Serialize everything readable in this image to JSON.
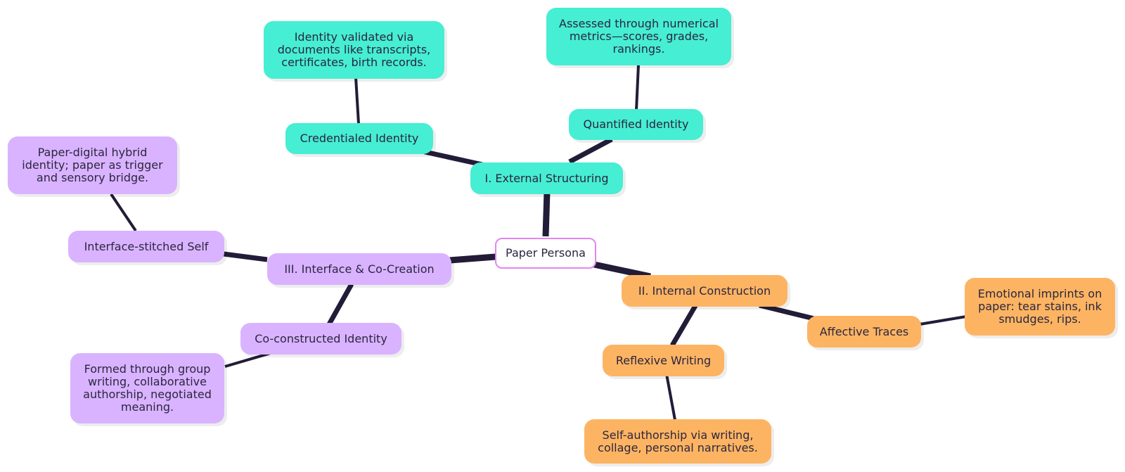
{
  "colors": {
    "external": "#46eed3",
    "internal": "#fdb462",
    "interface": "#d9b3ff",
    "center_border": "#e386f0",
    "edge": "#221c38"
  },
  "nodes": {
    "root": "Paper Persona",
    "external": "I. External Structuring",
    "credentialed": "Credentialed Identity",
    "credentialed_desc": "Identity validated via documents like transcripts, certificates, birth records.",
    "quantified": "Quantified Identity",
    "quantified_desc": "Assessed through numerical metrics—scores, grades, rankings.",
    "internal": "II. Internal Construction",
    "affective": "Affective Traces",
    "affective_desc": "Emotional imprints on paper: tear stains, ink smudges, rips.",
    "reflexive": "Reflexive Writing",
    "reflexive_desc": "Self-authorship via writing, collage, personal narratives.",
    "interface": "III. Interface & Co-Creation",
    "stitched": "Interface-stitched Self",
    "stitched_desc": "Paper-digital hybrid identity; paper as trigger and sensory bridge.",
    "coconstructed": "Co-constructed Identity",
    "coconstructed_desc": "Formed through group writing, collaborative authorship, negotiated meaning."
  }
}
